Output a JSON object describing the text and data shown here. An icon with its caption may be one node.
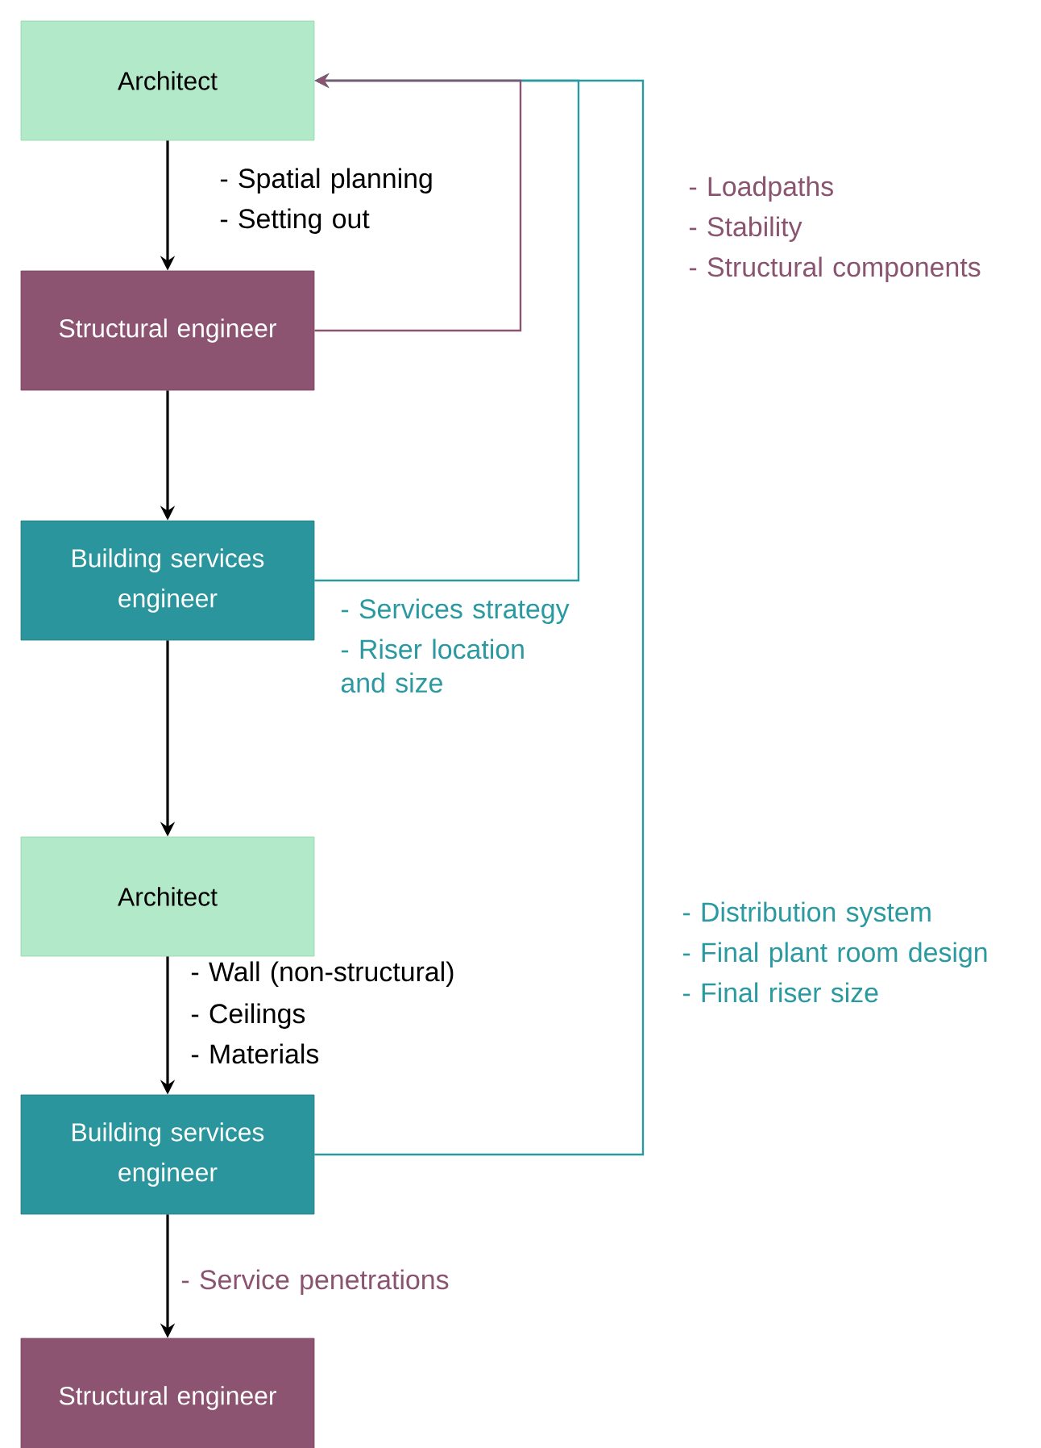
{
  "diagram": {
    "nodes": [
      {
        "text": [
          "Architect"
        ]
      },
      {
        "text": [
          "Structural engineer"
        ]
      },
      {
        "text": [
          "Building services engineer"
        ]
      },
      {
        "text": [
          "Architect"
        ]
      },
      {
        "text": [
          "Building services engineer"
        ]
      },
      {
        "text": [
          "Structural engineer"
        ]
      }
    ],
    "edges": [
      {
        "from": 0,
        "to": 1,
        "arrow": "to"
      },
      {
        "from": 1,
        "to": 2,
        "arrow": "to"
      },
      {
        "from": 2,
        "to": 3,
        "arrow": "to"
      },
      {
        "from": 3,
        "to": 4,
        "arrow": "to"
      },
      {
        "from": 4,
        "to": 5,
        "arrow": "to"
      },
      {
        "from": 1,
        "to": 0,
        "arrow": "to",
        "color": "#8a5470"
      },
      {
        "from": 2,
        "to": 0,
        "arrow": "to",
        "color": "#2a9aa0"
      },
      {
        "from": 4,
        "to": 0,
        "arrow": "to",
        "color": "#2a9aa0"
      }
    ],
    "labels": [
      "- Spatial planning",
      "- Setting out",
      "- Loadpaths",
      "- Stability",
      "- Structural components",
      "- Services strategy",
      "- Riser location and size",
      "- Distribution system",
      "- Final plant room design",
      "- Final riser size",
      "- Wall (non-structural)",
      "- Ceilings",
      "- Materials",
      "- Service penetrations"
    ]
  }
}
